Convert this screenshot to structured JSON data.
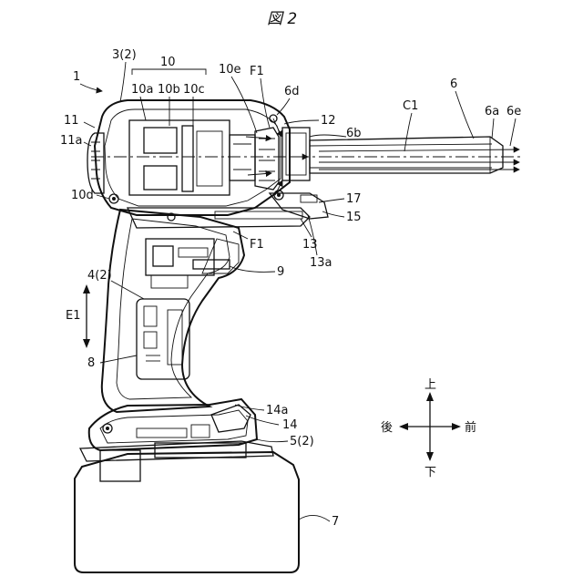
{
  "figure": {
    "title": "図 2"
  },
  "labels": {
    "l1": "1",
    "l3": "3(2)",
    "l10": "10",
    "l10a": "10a",
    "l10b": "10b",
    "l10c": "10c",
    "l10e": "10e",
    "lF1top": "F1",
    "l6d": "6d",
    "l6": "6",
    "lC1": "C1",
    "l12": "12",
    "l6b": "6b",
    "l6a": "6a",
    "l6e": "6e",
    "l11": "11",
    "l11a": "11a",
    "l10d": "10d",
    "l17": "17",
    "l15": "15",
    "lF1bot": "F1",
    "l13": "13",
    "l13a": "13a",
    "l9": "9",
    "l4": "4(2)",
    "lE1": "E1",
    "l8": "8",
    "l14a": "14a",
    "l14": "14",
    "l5": "5(2)",
    "l7": "7"
  },
  "compass": {
    "up": "上",
    "down": "下",
    "front": "前",
    "back": "後"
  }
}
